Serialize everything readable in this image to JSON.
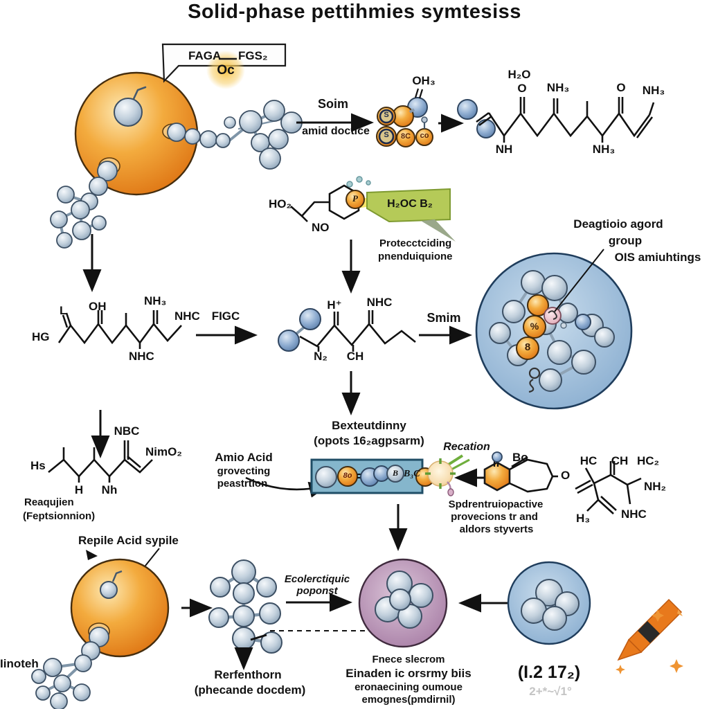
{
  "title": "Solid-phase pettihmies symtesiss",
  "colors": {
    "resin_orange": "#e8821e",
    "sphere_gray": "#b9c7d6",
    "deprotect_circle_blue": "#9fc0dd",
    "product_circle_purple": "#b68ab1",
    "reagent_box_blue": "#85b6cc",
    "banner_green": "#b5c958",
    "crayon_orange": "#e8791c"
  },
  "resin_callout": {
    "formula_left": "FAGA",
    "formula_right": "FGS₂",
    "linker": "Oc"
  },
  "step1_arrow": {
    "top": "Soim",
    "bottom": "amid doctice"
  },
  "activated_cluster": {
    "label": "OH₃",
    "glyph1": "S",
    "glyph2": "S",
    "glyph3": "8C",
    "glyph4": "co"
  },
  "chain_product": {
    "h2o": "H₂O",
    "o1": "O",
    "nh3_1": "NH₃",
    "o2": "O",
    "nh3_2": "NH₃",
    "nh": "NH",
    "nh3_3": "NH₃"
  },
  "protecting_group": {
    "ho2": "HO₂",
    "no": "NO",
    "p": "P",
    "banner": "H₂OC B₂",
    "caption1": "Protecctciding",
    "caption2": "pnenduiquione"
  },
  "amino_acid_left": {
    "l": "L",
    "oh": "OH",
    "nh3": "NH₃",
    "nhc_top": "NHC",
    "hg": "HG",
    "nhc_bottom": "NHC",
    "arrow_label": "FIGC"
  },
  "coupled_mid": {
    "h": "H⁺",
    "nhc": "NHC",
    "n2": "N₂",
    "ch": "CH",
    "arrow_label": "Smim"
  },
  "deprotection_circle": {
    "caption1": "Deagtioio agord",
    "caption2": "group",
    "caption3": "OIS amiuhtings",
    "pct": "%",
    "eight": "8"
  },
  "peptide_left": {
    "nbc": "NBC",
    "nimo2": "NimO₂",
    "hs": "Hs",
    "h": "H",
    "nh": "Nh",
    "caption1": "Reaqujien",
    "caption2": "(Feptsionnion)"
  },
  "extension": {
    "heading1": "Bexteutdinny",
    "heading2": "(opots 16₂agpsarm)",
    "side1": "Amio Acid",
    "side2": "grovecting",
    "side3": "peastrtion",
    "sphere1": "8o",
    "sphereB": "B",
    "b3c": "B₃C"
  },
  "reaction": {
    "label": "Recation",
    "bo": "Bo",
    "o": "O",
    "caption1": "Spdrentruiopactive",
    "caption2": "provecions tr and",
    "caption3": "aldors styverts"
  },
  "monomer_right": {
    "hc": "HC",
    "ch": "CH",
    "hc2": "HC₂",
    "nh2": "NH₂",
    "nhc": "NHC",
    "h3": "H₃"
  },
  "resin_bottom": {
    "label": "Repile Acid sypile",
    "side_label": "Iinoteh"
  },
  "cleavage": {
    "arrow1": "Ecolerctiquic",
    "arrow2": "poponst",
    "caption1": "Rerfenthorn",
    "caption2": "(phecande docdem)"
  },
  "final_product": {
    "caption1": "Fnece slecrom",
    "caption2": "Einaden ic orsrmy biis",
    "caption3": "eronaecining oumoue",
    "caption4": "emognes(pmdirnil)"
  },
  "yield_note": {
    "main": "(I.2 17₂)",
    "sub": "2+*~√1°"
  }
}
